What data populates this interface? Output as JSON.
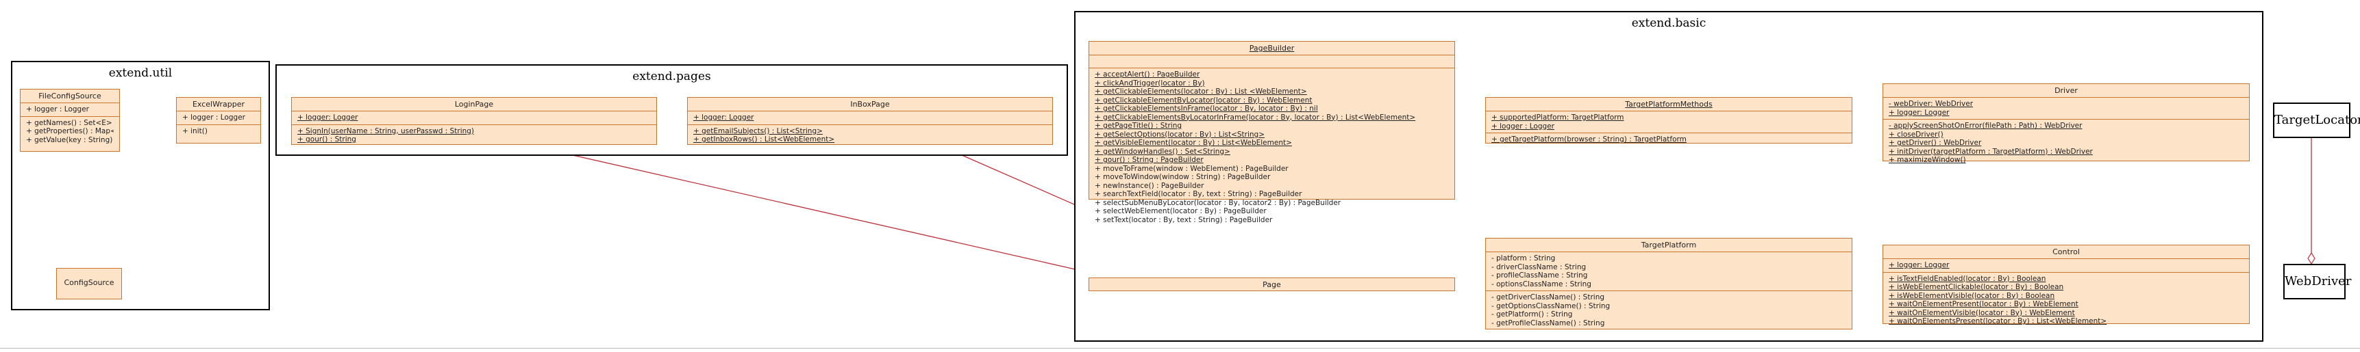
{
  "packages": {
    "util": {
      "title": "extend.util"
    },
    "pages": {
      "title": "extend.pages"
    },
    "basic": {
      "title": "extend.basic"
    }
  },
  "classes": {
    "fileConfigSource": {
      "name": "FileConfigSource",
      "attrs": [
        "+ logger : Logger"
      ],
      "methods": [
        "+ getNames() : Set<E>",
        "+ getProperties() : Map<K, V>",
        "+ getValue(key : String) : String"
      ]
    },
    "excelWrapper": {
      "name": "ExcelWrapper",
      "attrs": [
        "+ logger : Logger"
      ],
      "methods": [
        "+ init()"
      ]
    },
    "configSource": {
      "name": "ConfigSource"
    },
    "loginPage": {
      "name": "LoginPage",
      "attrs": [
        "+ logger: Logger"
      ],
      "methods": [
        "+ SignIn(userName : String, userPasswd : String)",
        "+ gour() : String"
      ]
    },
    "inBoxPage": {
      "name": "InBoxPage",
      "attrs": [
        "+ logger: Logger"
      ],
      "methods": [
        "+ getEmailSubjects() : List<String>",
        "+ getInboxRows() : List<WebElement>"
      ]
    },
    "pageBuilder": {
      "name": "PageBuilder",
      "methods": [
        "+ acceptAlert() : PageBuilder",
        "+ clickAndTrigger(locator : By)",
        "+ getClickableElements(locator : By) : List <WebElement>",
        "+ getClickableElementByLocator(locator : By) : WebElement",
        "+ getClickableElementsInFrame(locator : By, locator : By) : nil",
        "+ getClickableElementsByLocatorInFrame(locator : By, locator : By) : List<WebElement>",
        "+ getPageTitle() : String",
        "+ getSelectOptions(locator : By) : List<String>",
        "+ getVisibleElement(locator : By) : List<WebElement>",
        "+ getWindowHandles() : Set<String>",
        "+ gour() : String : PageBuilder",
        "+ moveToFrame(window : WebElement) : PageBuilder",
        "+ moveToWindow(window : String) : PageBuilder",
        "+ newInstance() : PageBuilder",
        "+ searchTextField(locator : By, text : String) : PageBuilder",
        "+ selectSubMenuByLocator(locator : By, locator2 : By) : PageBuilder",
        "+ selectWebElement(locator : By) : PageBuilder",
        "+ setText(locator : By, text : String) : PageBuilder"
      ]
    },
    "page": {
      "name": "Page"
    },
    "targetPlatformMethods": {
      "name": "TargetPlatformMethods",
      "attrs": [
        "+ supportedPlatform: TargetPlatform",
        "+ logger : Logger"
      ],
      "methods": [
        "+ getTargetPlatform(browser : String) : TargetPlatform"
      ]
    },
    "targetPlatform": {
      "name": "TargetPlatform",
      "attrs": [
        "- platform : String",
        "- driverClassName : String",
        "- profileClassName : String",
        "- optionsClassName : String"
      ],
      "methods": [
        "- getDriverClassName() : String",
        "- getOptionsClassName() : String",
        "- getPlatform() : String",
        "- getProfileClassName() : String"
      ]
    },
    "driver": {
      "name": "Driver",
      "attrs": [
        "- webDriver: WebDriver",
        "+ logger: Logger"
      ],
      "methods": [
        "- applyScreenShotOnError(filePath : Path) : WebDriver",
        "+ closeDriver()",
        "+ getDriver() : WebDriver",
        "+ initDriver(targetPlatform : TargetPlatform) : WebDriver",
        "+ maximizeWindow()"
      ]
    },
    "control": {
      "name": "Control",
      "attrs": [
        "+ logger: Logger"
      ],
      "methods": [
        "+ isTextFieldEnabled(locator : By) : Boolean",
        "+ isWebElementClickable(locator : By) : Boolean",
        "+ isWebElementVisible(locator : By) : Boolean",
        "+ waitOnElementPresent(locator : By) : WebElement",
        "+ waitOnElementVisible(locator : By) : WebElement",
        "+ waitOnElementsPresent(locator : By) : List<WebElement>"
      ]
    }
  },
  "external": {
    "targetLocator": "TargetLocator",
    "webDriver": "WebDriver"
  },
  "colors": {
    "classFill": "#fde3c8",
    "classBorder": "#c9752e",
    "relation": "#c0303a"
  }
}
